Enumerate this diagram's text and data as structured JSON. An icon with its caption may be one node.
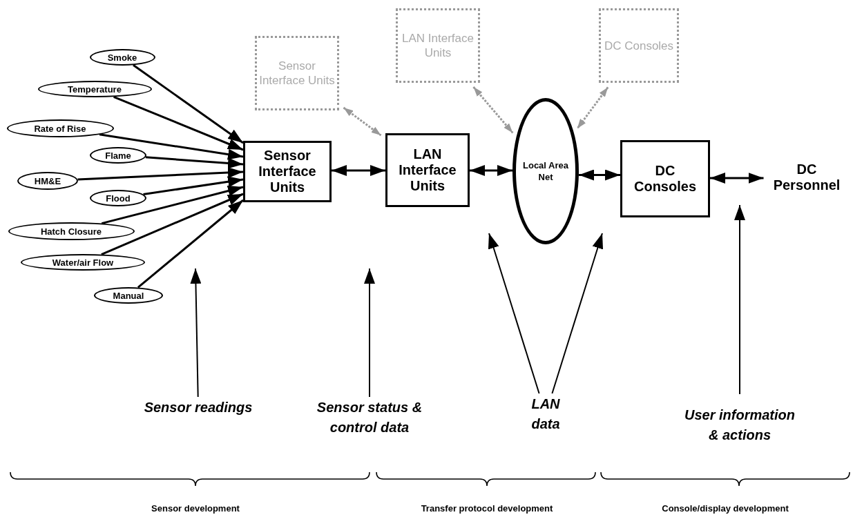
{
  "diagram": {
    "nodes": [
      {
        "text": [
          "Smoke"
        ]
      },
      {
        "text": [
          "Temperature"
        ]
      },
      {
        "text": [
          "Rate of Rise"
        ]
      },
      {
        "text": [
          "Flame"
        ]
      },
      {
        "text": [
          "HM&E"
        ]
      },
      {
        "text": [
          "Flood"
        ]
      },
      {
        "text": [
          "Hatch Closure"
        ]
      },
      {
        "text": [
          "Water/air Flow"
        ]
      },
      {
        "text": [
          "Manual"
        ]
      },
      {
        "text": [
          "Sensor Interface Units"
        ]
      },
      {
        "text": [
          "LAN Interface Units"
        ]
      },
      {
        "text": [
          "DC Consoles"
        ]
      },
      {
        "text": [
          "Sensor Interface Units"
        ]
      },
      {
        "text": [
          "LAN Interface Units"
        ]
      },
      {
        "text": [
          "Local Area Net"
        ]
      },
      {
        "text": [
          "DC Consoles"
        ]
      },
      {
        "text": [
          "DC Personnel"
        ]
      },
      {
        "text": [
          "Sensor readings"
        ]
      },
      {
        "text": [
          "Sensor status & control data"
        ]
      },
      {
        "text": [
          "LAN data"
        ]
      },
      {
        "text": [
          "User information & actions"
        ]
      }
    ],
    "edges": [
      {
        "from": 0,
        "to": 12,
        "arrow": "to"
      },
      {
        "from": 1,
        "to": 12,
        "arrow": "to"
      },
      {
        "from": 2,
        "to": 12,
        "arrow": "to"
      },
      {
        "from": 3,
        "to": 12,
        "arrow": "to"
      },
      {
        "from": 4,
        "to": 12,
        "arrow": "to"
      },
      {
        "from": 5,
        "to": 12,
        "arrow": "to"
      },
      {
        "from": 6,
        "to": 12,
        "arrow": "to"
      },
      {
        "from": 7,
        "to": 12,
        "arrow": "to"
      },
      {
        "from": 8,
        "to": 12,
        "arrow": "to"
      },
      {
        "from": 12,
        "to": 13,
        "arrow": "both"
      },
      {
        "from": 13,
        "to": 14,
        "arrow": "both"
      },
      {
        "from": 14,
        "to": 15,
        "arrow": "both"
      },
      {
        "from": 15,
        "to": 16,
        "arrow": "both"
      },
      {
        "from": 9,
        "to": 13,
        "arrow": "both",
        "style": "dashed",
        "color": "#999999"
      },
      {
        "from": 10,
        "to": 14,
        "arrow": "both",
        "style": "dashed",
        "color": "#999999"
      },
      {
        "from": 11,
        "to": 14,
        "arrow": "both",
        "style": "dashed",
        "color": "#999999"
      },
      {
        "from": 17,
        "to": null,
        "arrow": "to"
      },
      {
        "from": 18,
        "to": null,
        "arrow": "to"
      },
      {
        "from": 19,
        "to": null,
        "arrow": "to"
      },
      {
        "from": 19,
        "to": null,
        "arrow": "to"
      },
      {
        "from": 20,
        "to": null,
        "arrow": "to"
      }
    ],
    "labels": [
      "Sensor development",
      "Transfer protocol development",
      "Console/display development"
    ]
  }
}
